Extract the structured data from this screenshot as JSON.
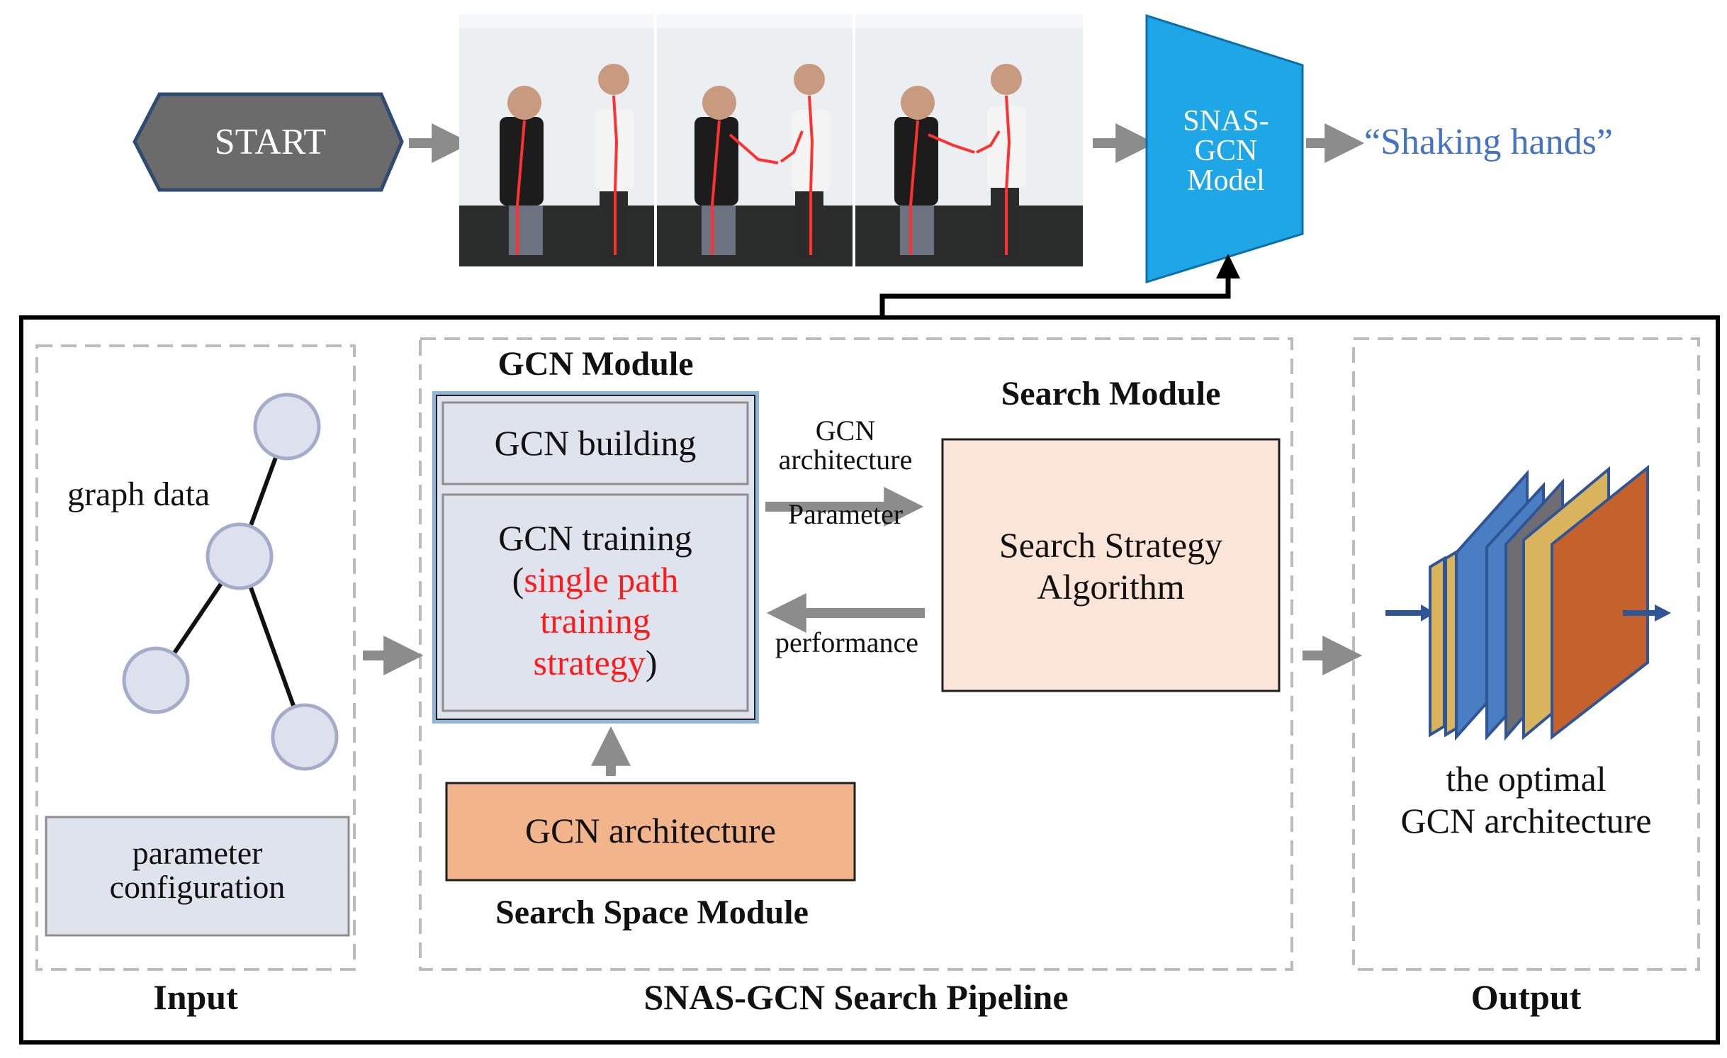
{
  "top": {
    "start_label": "START",
    "model_label_1": "SNAS-",
    "model_label_2": "GCN",
    "model_label_3": "Model",
    "output_label": "“Shaking hands”"
  },
  "input": {
    "graph_label": "graph data",
    "param_label_1": "parameter",
    "param_label_2": "configuration",
    "section_label": "Input"
  },
  "pipeline": {
    "section_label": "SNAS-GCN Search Pipeline",
    "gcn_module_title": "GCN Module",
    "gcn_building": "GCN building",
    "gcn_training": "GCN training",
    "training_open_paren": "(",
    "training_red_1": "single path",
    "training_red_2": "training",
    "training_red_3": "strategy",
    "training_close_paren": ")",
    "arch_arrow_1": "GCN",
    "arch_arrow_2": "architecture",
    "arch_arrow_3": "Parameter",
    "perf_arrow": "performance",
    "search_module_title": "Search Module",
    "search_strategy_1": "Search Strategy",
    "search_strategy_2": "Algorithm",
    "search_space_box": "GCN architecture",
    "search_space_title": "Search Space Module"
  },
  "output": {
    "label_1": "the optimal",
    "label_2": "GCN architecture",
    "section_label": "Output"
  },
  "colors": {
    "model_blue": "#1fa6e6",
    "quote_blue": "#4472c4",
    "start_gray": "#6b6b6b",
    "arrow_gray": "#8c8c8c",
    "gcn_module_fill": "#dfe3ee",
    "gcn_module_border": "#8db4d9",
    "search_fill": "#fae5d8",
    "search_space_fill": "#f2b48a",
    "red_text": "#ff1a1a"
  }
}
